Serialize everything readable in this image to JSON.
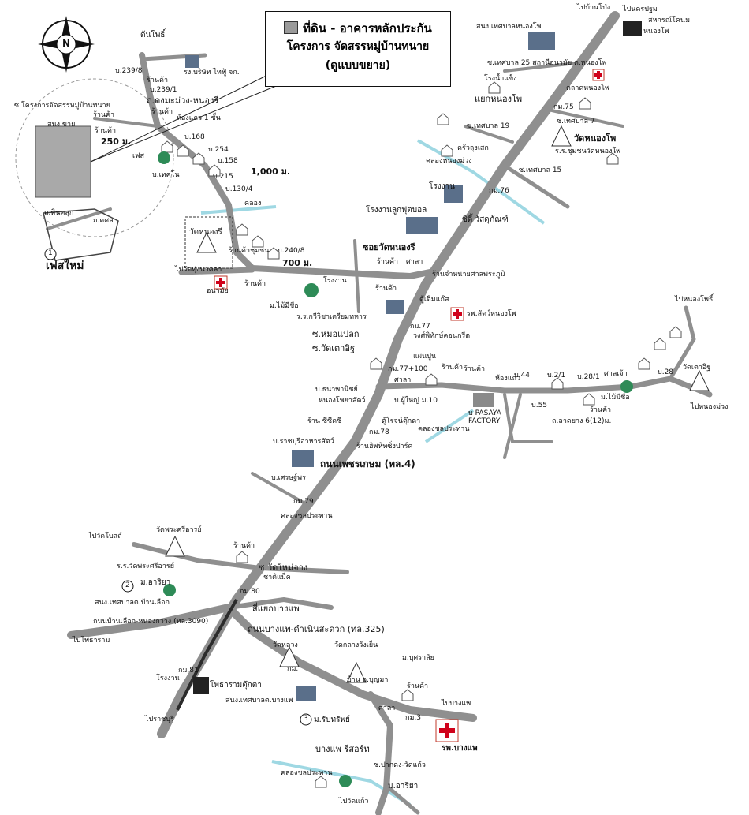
{
  "legend": {
    "line1": "ที่ดิน - อาคารหลักประกัน",
    "line2": "โครงการ จัดสรรหมู่บ้านทนาย",
    "line3": "(ดูแบบขยาย)"
  },
  "compass": {
    "letter": "N"
  },
  "colors": {
    "road": "#8f8f8f",
    "canal": "#9fd8e3",
    "railway": "#2b2b2b",
    "parcel": "#a9a9a9"
  },
  "labels": {
    "l_tonpho": "ต้นโพธิ์",
    "l_b239_8": "บ.239/8",
    "l_rrborisat": "รง.บริษัท ไทฟู้ จก.",
    "l_rankha1": "ร้านค้า",
    "l_b239_1": "บ.239/1",
    "l_tdongmamuang": "ถ.ดงมะม่วง-หนองรี",
    "l_sokrongkan": "ซ.โครงการจัดสรรหมู่บ้านทนาย",
    "l_rankha2": "ร้านค้า",
    "l_snongkhai": "สนง.ขาย",
    "l_rankha3": "ร้านค้า",
    "l_rankha4": "ร้านค้า",
    "l_hongthaew": "ห้องแถว 1 ชั้น",
    "l_250m": "250 ม.",
    "l_b168": "บ.168",
    "l_b254": "บ.254",
    "l_fes": "เฟส",
    "l_b158": "บ.158",
    "l_1000m": "1,000 ม.",
    "l_b215": "บ.215",
    "l_btekno": "บ.เทคโน",
    "l_b130_4": "บ.130/4",
    "l_khlong1": "คลอง",
    "l_thinkhluk": "ถ.หินคลุก",
    "l_tkhosuk": "ถ.คศล",
    "l_num1": "1",
    "l_fesmai": "เฟสใหม่",
    "l_wathnongri": "วัดหนองรี",
    "l_b240_8": "บ.240/8",
    "l_rankhachumchon": "ร้านค้าชุมชน",
    "l_700m": "700 ม.",
    "l_paiwatnong": "ไปวัดทุ่งนาคลา",
    "l_anamai": "อนามัย",
    "l_rankha5": "ร้านค้า",
    "l_soiwatnongri": "ซอยวัดหนองรี",
    "l_rankha6": "ร้านค้า",
    "l_sala1": "ศาลา",
    "l_rongngan1": "โรงงาน",
    "l_mainong": "ม.ไม้มีชื่อ",
    "l_rankha7": "ร้านค้า",
    "l_ranchamnai": "ร้านจำหน่ายศาลพระภูมิ",
    "l_rrkawi": "ร.ร.กวีวิชาเตรียมทหาร",
    "l_tuemkaen": "ตู้เติมแก๊ส",
    "l_rongnganluk": "โรงงานลูกฟุตบอล",
    "l_rongngan2": "โรงงาน",
    "l_citywat": "ซิตี้ วัสดุภัณฑ์",
    "l_km76": "กม.76",
    "l_khlongnongmuang": "คลองหนองม่วง",
    "l_sthesaban19": "ซ.เทศบาล 19",
    "l_khrua": "ครัวลุงเสก",
    "l_sthesaban15": "ซ.เทศบาล 15",
    "l_sthesaban7": "ซ.เทศบาล 7",
    "l_watnongpho": "วัดหนองโพ",
    "l_rrchumchon": "ร.ร.ชุมชนวัดหนองโพ",
    "l_yaeknongpho": "แยกหนองโพ",
    "l_km75": "กม.75",
    "l_talatnongpho": "ตลาดหนองโพ",
    "l_rongnamkaeng": "โรงน้ำแข็ง",
    "l_sthesaban25": "ซ.เทศบาล 25 สถานีอนามัย ต.หนองโพ",
    "l_snongthesaban": "สนง.เทศบาลหนองโพ",
    "l_paibanpong": "ไปบ้านโป่ง",
    "l_paitanphaton": "ไปนครปฐม",
    "l_sahakon": "สหกรณ์โคนม",
    "l_hnongpho": "หนองโพ",
    "l_rphsatnongpho": "รพ.สัตว์หนองโพ",
    "l_km77": "กม.77",
    "l_smoplak": "ซ.หมอแปลก",
    "l_wongphithak": "วงศ์พิทักษ์คอนกรีต",
    "l_swattaoit": "ซ.วัดเตาอิฐ",
    "l_paentpun": "แผ่นปูน",
    "l_km77_100": "กม.77+100",
    "l_rankha8": "ร้านค้า",
    "l_sala2": "ศาลา",
    "l_rankha9": "ร้านค้า",
    "l_hongthaew2": "ห้องแถว",
    "l_b44": "บ.44",
    "l_b2_1": "บ.2/1",
    "l_b28_1": "บ.28/1",
    "l_salachao": "ศาลเจ้า",
    "l_b55": "บ.55",
    "l_mmaimichue": "ม.ไม้มีชื่อ",
    "l_b28": "บ.28",
    "l_watthaoit": "วัดเตาอิฐ",
    "l_paihnongpho": "ไปหนองโพธิ์",
    "l_painongmuang": "ไปหนองม่วง",
    "l_rankha10": "ร้านค้า",
    "l_tlaiyang": "ถ.ลาดยาง 6(12)ม.",
    "l_bpasaya": "บ PASAYA",
    "l_factory": "FACTORY",
    "l_btanaphanit": "บ.ธนาพานิชย์",
    "l_nongphoyasat": "หนองโพยาสัตว์",
    "l_bphuyai": "บ.ผู้ใหญ่ ม.10",
    "l_rancc": "ร้าน ซีซีคซี",
    "l_turojna": "ตู้โรจน์ตุ๊กตา",
    "l_km78": "กม.78",
    "l_kaoprasan": "คลองชลประทาน",
    "l_bratchaburi": "บ.ราชบุรีอาหารสัตว์",
    "l_rankapi": "ร้านฮิพหิทซิ่งปาร์ค",
    "l_thanonphetkasem": "ถนนเพชรเกษม (ทล.4)",
    "l_bsettapon": "บ.เศรษฐ์พร",
    "l_km79": "กม.79",
    "l_khlongprathan2": "คลองชลประทาน",
    "l_paiwatbot": "ไปวัดโบสถ์",
    "l_watphrasriarn": "วัดพระศรีอารย์",
    "l_rankha11": "ร้านค้า",
    "l_rrwatphra": "ร.ร.วัดพระศรีอารย์",
    "l_swatnaimotyang": "ซ.วัดใหม่จาง",
    "l_chatmaek": "ชาติแม็ค",
    "l_num2": "2",
    "l_maryo": "ม.อาริยา",
    "l_km80": "กม.80",
    "l_snongthesaban2": "สนง.เทศบาลต.บ้านเลือก",
    "l_siyaekbangphae": "สี่แยกบางแพ",
    "l_thanonphotharam": "ถนนบ้านเลือก-หนองกวาง (ทล.3090)",
    "l_paiphotharam": "ไปโพธาราม",
    "l_thanonbangphae": "ถนนบางแพ-ดำเนินสะดวก (ทล.325)",
    "l_watluang": "วัดหลวง",
    "l_watklang": "วัดกลางวังเย็น",
    "l_km81": "กม.81",
    "l_mburalai": "ม.บุศราลัย",
    "l_km8x": "กม.",
    "l_rongngan3": "โรงงาน",
    "l_photharamtukta": "โพธารามตุ๊กตา",
    "l_banbunma": "บ้าน อ.บุญมา",
    "l_rankha12": "ร้านค้า",
    "l_snongthesaban3": "สนง.เทศบาลต.บางแพ",
    "l_sala3": "ศาลา",
    "l_paibangphae": "ไปบางแพ",
    "l_km3": "กม.3",
    "l_num3": "3",
    "l_mruptrap": "ม.รับทรัพย์",
    "l_rpbangphae": "รพ.บางแพ",
    "l_paibangphae2": "ไปราชบุรี",
    "l_bangphaeresort": "บางแพ รีสอร์ท",
    "l_spakdong": "ซ.ปากดง-วัดแก้ว",
    "l_khlongprathan3": "คลองชลประทาน",
    "l_marisa": "ม.อาริยา",
    "l_paiwatkaew": "ไปวัดแก้ว"
  }
}
